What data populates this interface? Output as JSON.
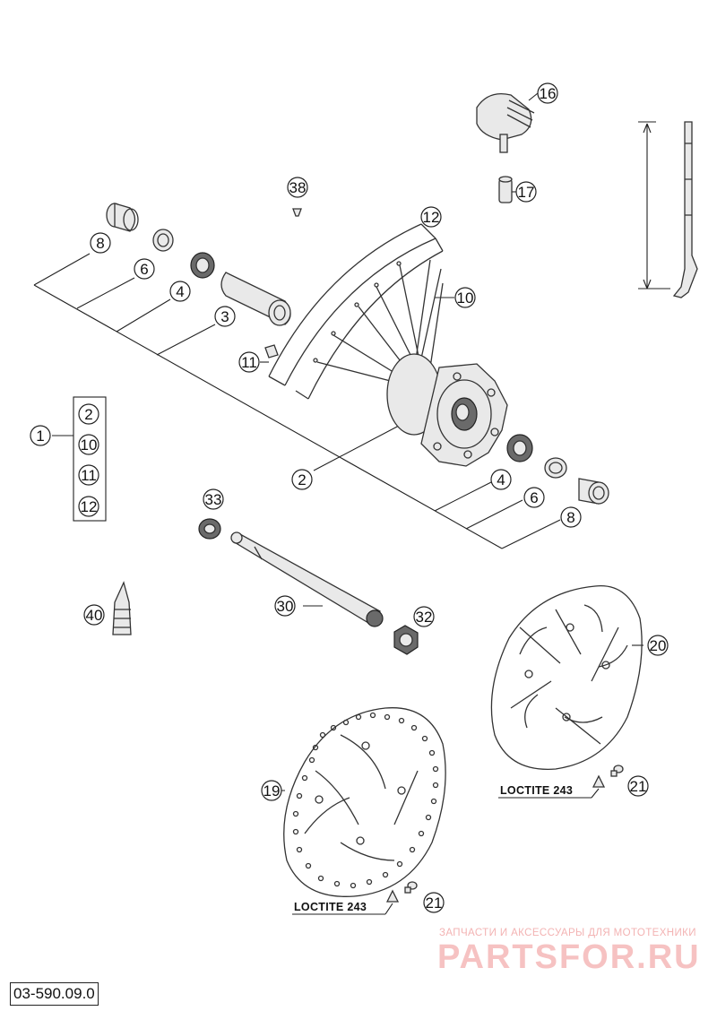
{
  "drawing_number": "03-590.09.0",
  "notes": {
    "loctite_right": "LOCTITE 243",
    "loctite_bottom": "LOCTITE 243"
  },
  "kit": {
    "number": "1",
    "contents": [
      "2",
      "10",
      "11",
      "12"
    ]
  },
  "callouts": {
    "valve_cap": "16",
    "valve_nut": "17",
    "part_38": "38",
    "rim": "12",
    "spoke": "10",
    "nipple": "11",
    "spacer_left": "8",
    "seal_left": "6",
    "bearing_left": "4",
    "distance_tube": "3",
    "hub": "2",
    "bearing_right": "4",
    "seal_right": "6",
    "spacer_right": "8",
    "axle_nut_small": "33",
    "axle": "30",
    "grease": "40",
    "axle_nut": "32",
    "disc_right": "20",
    "disc_left": "19",
    "screw_right": "21",
    "screw_bottom": "21"
  },
  "watermark": {
    "tagline": "ЗАПЧАСТИ И АКСЕССУАРЫ ДЛЯ МОТОТЕХНИКИ",
    "brand": "PARTSFOR.RU"
  }
}
